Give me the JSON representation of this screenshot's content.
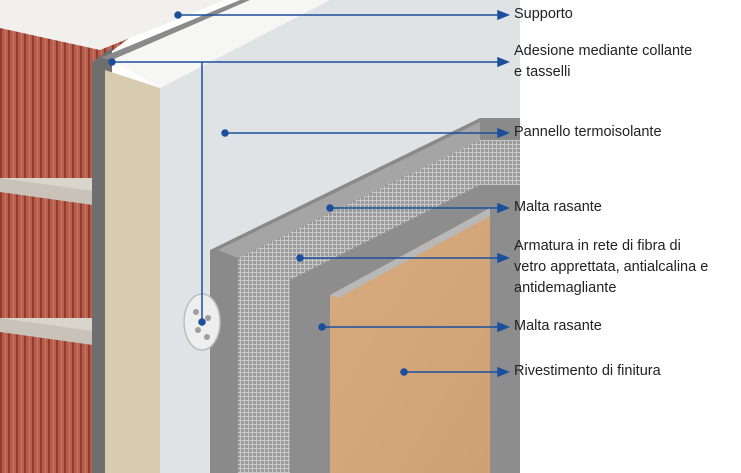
{
  "colors": {
    "leader": "#1b4f9c",
    "brick": "#b55a4a",
    "insulation": "#dfe3e6",
    "mortar": "#8c8c8c",
    "finish": "#d5a77a"
  },
  "labels": {
    "supporto": "Supporto",
    "adesione": [
      "Adesione mediante collante",
      "e tasselli"
    ],
    "pannello": "Pannello termoisolante",
    "malta1": "Malta rasante",
    "armatura": [
      "Armatura in rete di fibra di",
      "vetro apprettata, antialcalina e",
      "antidemagliante"
    ],
    "malta2": "Malta rasante",
    "rivestimento": "Rivestimento di finitura"
  }
}
